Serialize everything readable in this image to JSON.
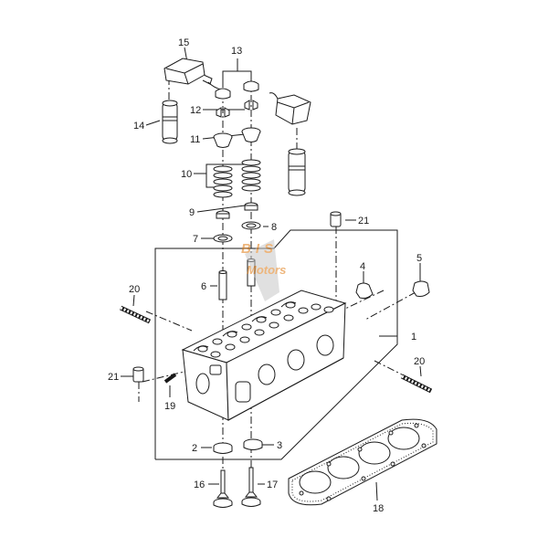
{
  "diagram": {
    "callouts": {
      "c1": "1",
      "c2": "2",
      "c3": "3",
      "c4": "4",
      "c5": "5",
      "c6": "6",
      "c7": "7",
      "c8": "8",
      "c9": "9",
      "c10": "10",
      "c11": "11",
      "c12": "12",
      "c13": "13",
      "c14": "14",
      "c15": "15",
      "c16": "16",
      "c17": "17",
      "c18": "18",
      "c19": "19",
      "c20a": "20",
      "c20b": "20",
      "c21a": "21",
      "c21b": "21"
    },
    "watermark": {
      "line1": "BIS",
      "line2": "Motors"
    },
    "colors": {
      "line": "#1a1a1a",
      "watermark": "#e07a10"
    }
  }
}
